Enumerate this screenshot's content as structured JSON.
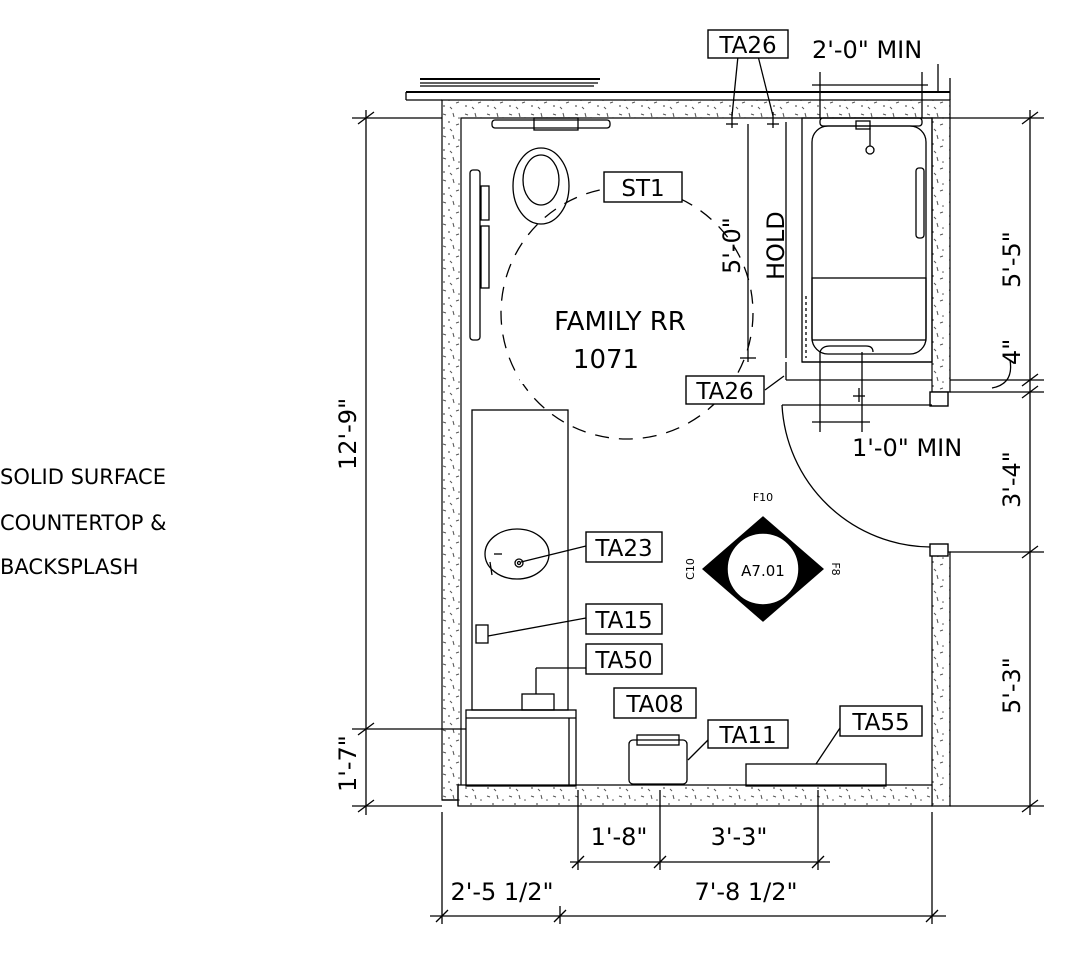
{
  "room": {
    "name": "FAMILY RR",
    "number": "1071"
  },
  "tags": {
    "ta26_top": "TA26",
    "ta26_mid": "TA26",
    "st1": "ST1",
    "ta23": "TA23",
    "ta15": "TA15",
    "ta50": "TA50",
    "ta08": "TA08",
    "ta11": "TA11",
    "ta55": "TA55"
  },
  "dimensions": {
    "top_min": "2'-0\" MIN",
    "clear_5_0": "5'-0\"",
    "hold": "HOLD",
    "right_5_5": "5'-5\"",
    "right_4": "4\"",
    "min_1_0": "1'-0\" MIN",
    "right_3_4": "3'-4\"",
    "right_5_3": "5'-3\"",
    "left_12_9": "12'-9\"",
    "left_1_7": "1'-7\"",
    "bottom_1_8": "1'-8\"",
    "bottom_3_3": "3'-3\"",
    "bottom_2_5_half": "2'-5 1/2\"",
    "bottom_7_8_half": "7'-8 1/2\""
  },
  "note": {
    "line1": "SOLID SURFACE",
    "line2": "COUNTERTOP &",
    "line3": "BACKSPLASH"
  },
  "elevation_marker": {
    "center": "A7.01",
    "top": "F10",
    "right": "F8",
    "left": "C10"
  }
}
